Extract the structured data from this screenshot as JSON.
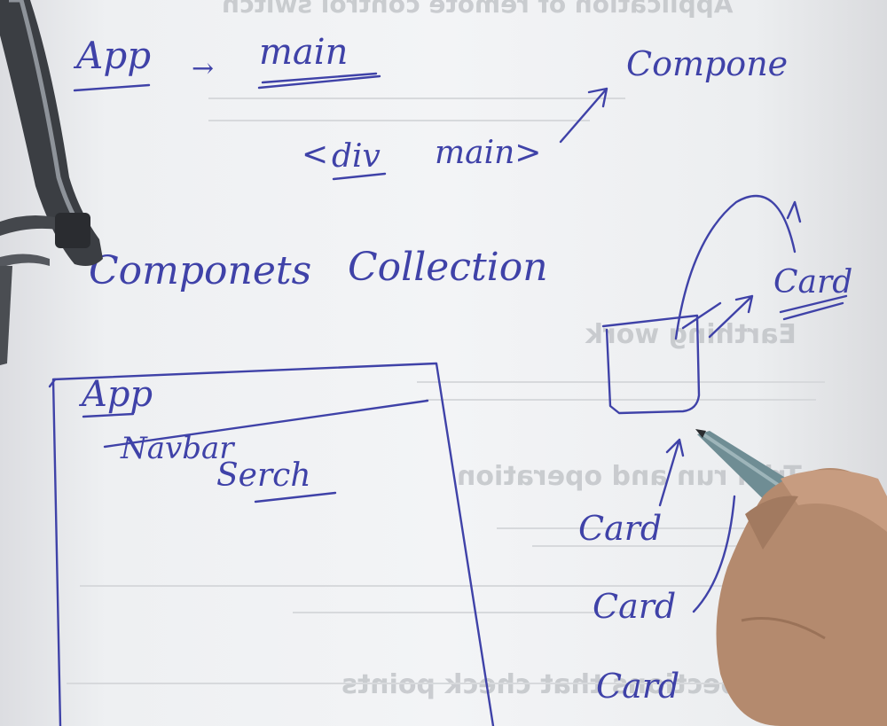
{
  "notes": {
    "app_main_left": "App",
    "arrow": "→",
    "app_main_right": "main",
    "compone": "Compone",
    "div_main_open": "<",
    "div_main_div": "div",
    "div_main_rest": "main>",
    "components_collection_1": "Componets",
    "components_collection_2": "Collection",
    "card_top": "Card",
    "box_app": "App",
    "box_navbar": "Navbar",
    "box_search": "Serch",
    "card_1": "Card",
    "card_2": "Card",
    "card_3": "Card"
  },
  "ink_color": "#3f42a8"
}
